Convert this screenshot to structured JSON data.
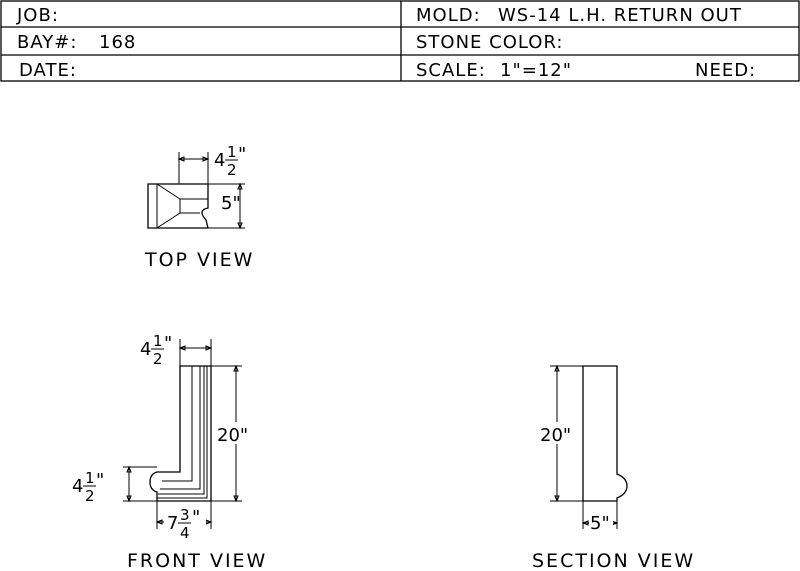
{
  "title_block": {
    "job_label": "JOB:",
    "mold_label": "MOLD:",
    "mold_value": "WS-14 L.H. RETURN OUT",
    "bay_label": "BAY#:",
    "bay_value": "168",
    "stone_color_label": "STONE COLOR:",
    "date_label": "DATE:",
    "scale_label": "SCALE:",
    "scale_value": "1\"=12\"",
    "need_label": "NEED:"
  },
  "views": {
    "top": {
      "label": "TOP VIEW",
      "dim_width_whole": "4",
      "dim_width_num": "1",
      "dim_width_den": "2",
      "dim_width_unit": "\"",
      "dim_depth": "5\""
    },
    "front": {
      "label": "FRONT VIEW",
      "dim_top_whole": "4",
      "dim_top_num": "1",
      "dim_top_den": "2",
      "dim_top_unit": "\"",
      "dim_height": "20\"",
      "dim_base_whole": "4",
      "dim_base_num": "1",
      "dim_base_den": "2",
      "dim_base_unit": "\"",
      "dim_bottom_whole": "7",
      "dim_bottom_num": "3",
      "dim_bottom_den": "4",
      "dim_bottom_unit": "\""
    },
    "section": {
      "label": "SECTION VIEW",
      "dim_height": "20\"",
      "dim_width": "5\""
    }
  }
}
